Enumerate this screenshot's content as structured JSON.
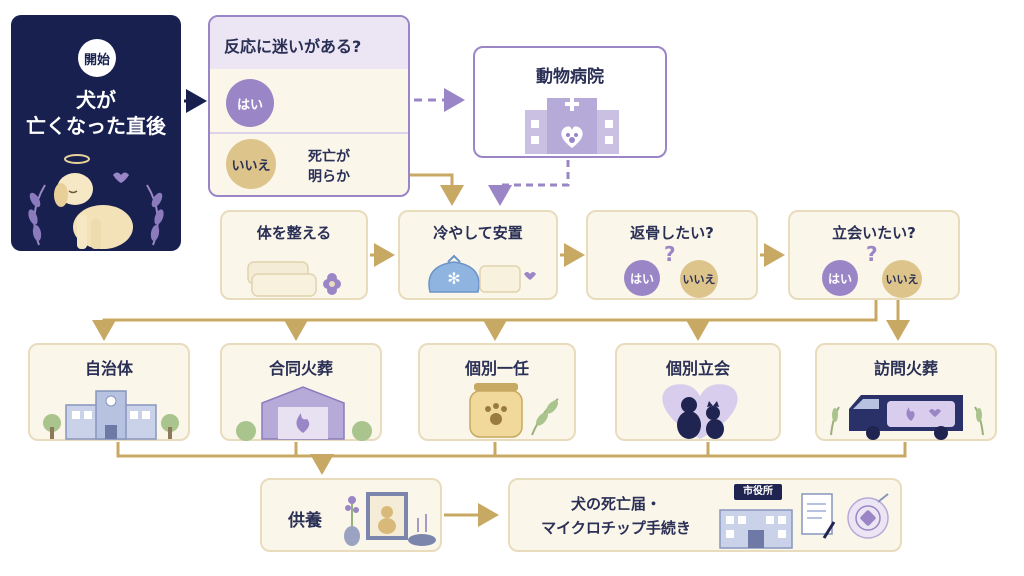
{
  "start": {
    "badge": "開始",
    "title_line1": "犬が",
    "title_line2": "亡くなった直後"
  },
  "question_reaction": {
    "title": "反応に迷いがある?",
    "yes": "はい",
    "no": "いいえ",
    "no_result_line1": "死亡が",
    "no_result_line2": "明らか"
  },
  "vet": {
    "title": "動物病院"
  },
  "steps": {
    "prepare_body": "体を整える",
    "cool_rest": "冷やして安置",
    "bones_question": "返骨したい?",
    "attend_question": "立会いたい?",
    "yes": "はい",
    "no": "いいえ",
    "question_mark": "?"
  },
  "options": {
    "municipal": "自治体",
    "joint": "合同火葬",
    "individual_entrust": "個別一任",
    "individual_attend": "個別立会",
    "visiting": "訪問火葬"
  },
  "final": {
    "memorial": "供養",
    "procedures_line1": "犬の死亡届・",
    "procedures_line2": "マイクロチップ手続き",
    "city_hall_sign": "市役所"
  },
  "colors": {
    "navy": "#17204f",
    "card_bg": "#fbf6ea",
    "card_border": "#e8dcbd",
    "purple": "#9a86c6",
    "gold": "#c8a963",
    "tan_pill": "#ddc48b"
  },
  "icons": [
    "dog-angel-icon",
    "hospital-icon",
    "towel-icon",
    "ice-pack-icon",
    "city-building-icon",
    "crematorium-icon",
    "urn-icon",
    "dog-cat-heart-icon",
    "cremation-van-icon",
    "memorial-altar-icon",
    "city-hall-icon",
    "document-icon",
    "microchip-icon"
  ]
}
